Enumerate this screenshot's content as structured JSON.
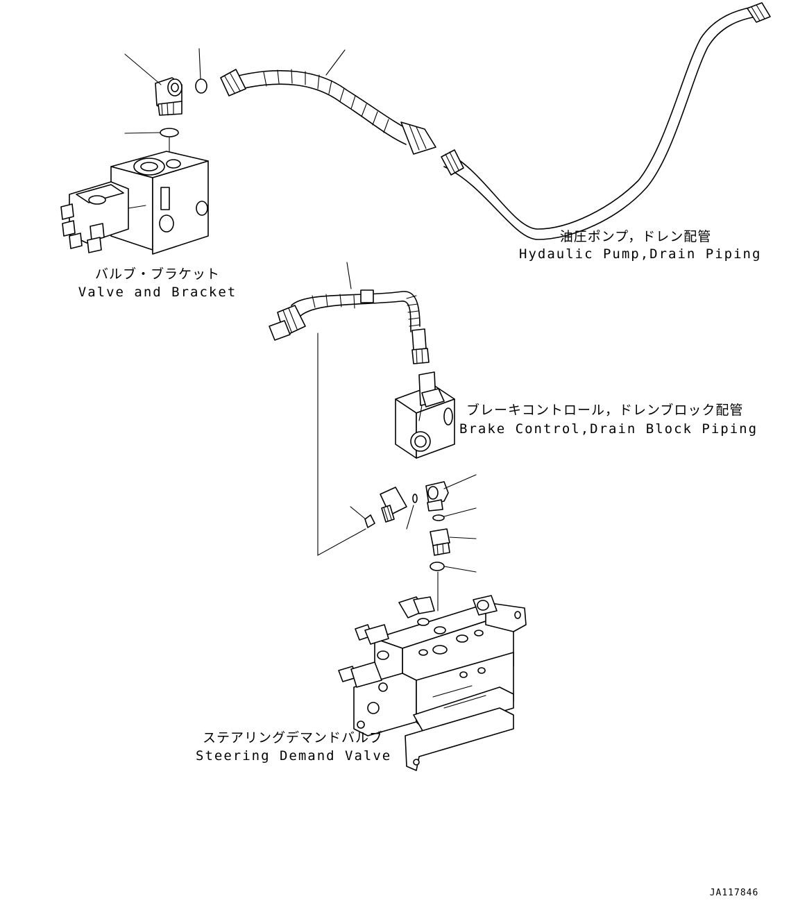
{
  "labels": {
    "valve_bracket": {
      "ja": "バルブ・ブラケット",
      "en": "Valve and Bracket"
    },
    "hydraulic_pump": {
      "ja": "油圧ポンプ，ドレン配管",
      "en": "Hydaulic Pump,Drain Piping"
    },
    "brake_control": {
      "ja": "ブレーキコントロール，ドレンブロック配管",
      "en": "Brake Control,Drain Block Piping"
    },
    "steering_valve": {
      "ja": "ステアリングデマンドバルブ",
      "en": "Steering Demand Valve"
    }
  },
  "drawing_code": "JA117846"
}
